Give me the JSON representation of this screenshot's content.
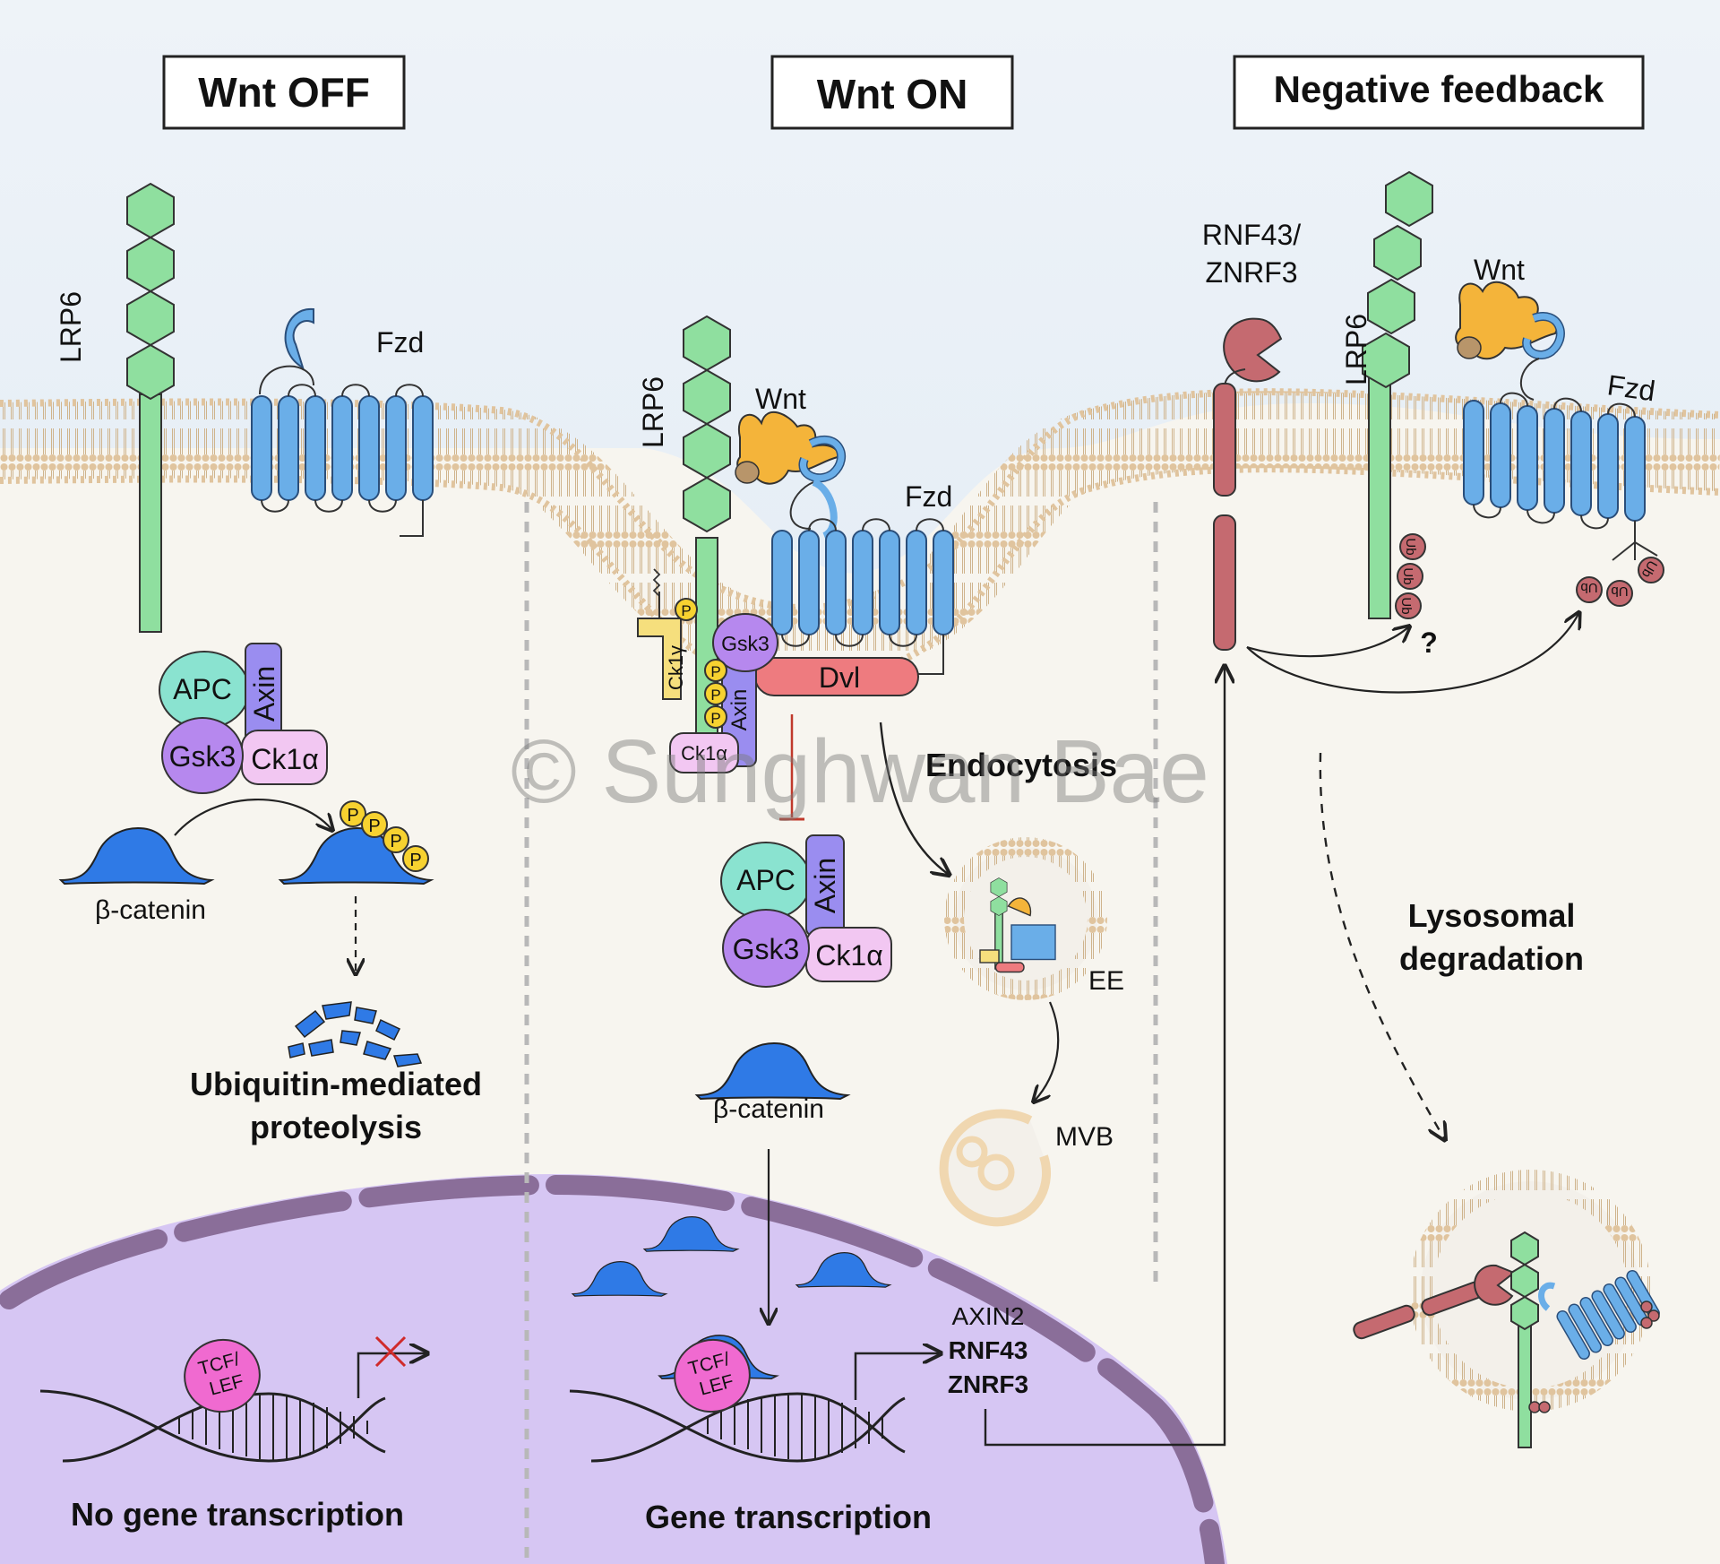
{
  "panels": {
    "off": {
      "title": "Wnt OFF"
    },
    "on": {
      "title": "Wnt ON"
    },
    "feedback": {
      "title": "Negative feedback"
    }
  },
  "labels": {
    "lrp6": "LRP6",
    "fzd": "Fzd",
    "wnt": "Wnt",
    "apc": "APC",
    "axin": "Axin",
    "gsk3": "Gsk3",
    "ck1a": "Ck1α",
    "ck1g": "Ck1γ",
    "dvl": "Dvl",
    "p": "P",
    "ub": "Ub",
    "beta_catenin": "β-catenin",
    "tcf_lef_1": "TCF/",
    "tcf_lef_2": "LEF",
    "rnf43_znrf3_1": "RNF43/",
    "rnf43_znrf3_2": "ZNRF3",
    "question": "?",
    "ubiquitin_1": "Ubiquitin-mediated",
    "ubiquitin_2": "proteolysis",
    "no_transcription": "No gene transcription",
    "transcription": "Gene transcription",
    "endocytosis": "Endocytosis",
    "ee": "EE",
    "mvb": "MVB",
    "target_axin2": "AXIN2",
    "target_rnf43": "RNF43",
    "target_znrf3": "ZNRF3",
    "lysosomal_1": "Lysosomal",
    "lysosomal_2": "degradation",
    "watermark": "© Sunghwan Bae"
  },
  "colors": {
    "membrane": "#e3c9a6",
    "lrp6": "#8fdf9f",
    "fzd": "#6aaee8",
    "wnt": "#f4b43a",
    "dvl": "#ee7b7f",
    "rnf43": "#c56a70",
    "apc": "#8ae3d0",
    "axin": "#9a8df0",
    "gsk3": "#b688ee",
    "ck1a": "#f2c7f2",
    "ck1g": "#f6df7d",
    "phospho": "#f7d230",
    "beta_catenin": "#2f7ae6",
    "tcf_lef": "#f06ad0",
    "nucleus": "#cbb8ef"
  }
}
